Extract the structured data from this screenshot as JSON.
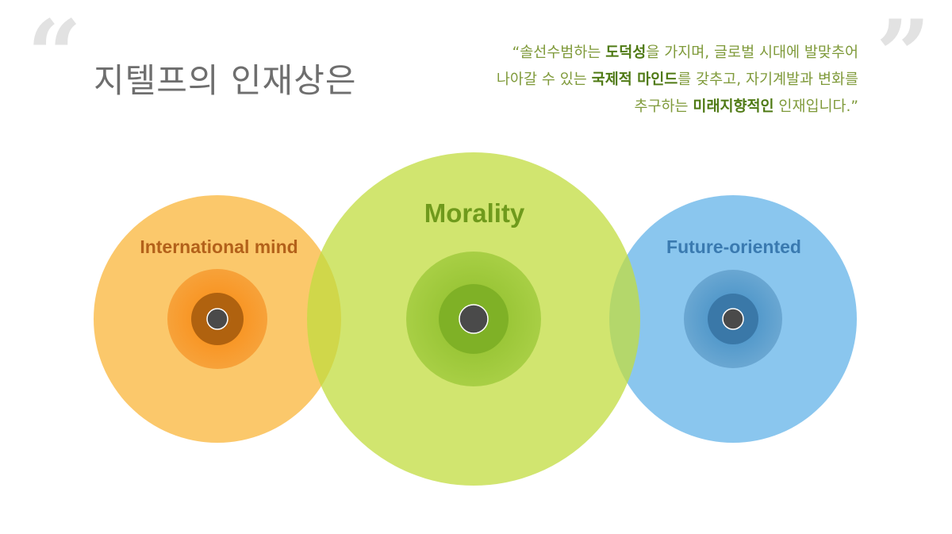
{
  "header": {
    "open_quote": "“",
    "close_quote": "”",
    "title": "지텔프의 인재상은"
  },
  "statement": {
    "line1_pre": "“솔선수범하는 ",
    "line1_bold": "도덕성",
    "line1_post": "을 가지며, 글로벌 시대에 발맞추어",
    "line2_pre": "나아갈 수 있는 ",
    "line2_bold": "국제적 마인드",
    "line2_post": "를 갖추고, 자기계발과 변화를",
    "line3_pre": "추구하는 ",
    "line3_bold": "미래지향적인",
    "line3_post": " 인재입니다.”"
  },
  "circles": {
    "international": {
      "label": "International mind",
      "color": "#f9b53a",
      "text_color": "#b3611a"
    },
    "morality": {
      "label": "Morality",
      "color": "#c2dc3f",
      "text_color": "#6f9a1c"
    },
    "future": {
      "label": "Future-oriented",
      "color": "#5db0e8",
      "text_color": "#3a7ab0"
    }
  }
}
